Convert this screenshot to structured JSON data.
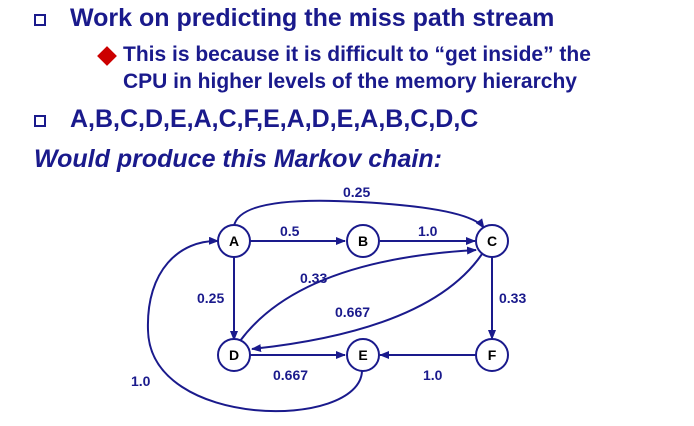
{
  "slide": {
    "bullet1": "Work on predicting the miss path stream",
    "sub_bullet_line1": "This is because it is difficult to “get inside” the",
    "sub_bullet_line2": "CPU in higher levels of the memory hierarchy",
    "bullet2": "A,B,C,D,E,A,C,F,E,A,D,E,A,B,C,D,C",
    "subtitle": "Would produce this Markov chain:"
  },
  "colors": {
    "text": "#1a1a8c",
    "diamond": "#cc0000",
    "label_text": "#000000"
  },
  "diagram": {
    "nodes": [
      {
        "id": "A",
        "label": "A"
      },
      {
        "id": "B",
        "label": "B"
      },
      {
        "id": "C",
        "label": "C"
      },
      {
        "id": "D",
        "label": "D"
      },
      {
        "id": "E",
        "label": "E"
      },
      {
        "id": "F",
        "label": "F"
      }
    ],
    "edges": [
      {
        "from": "A",
        "to": "C",
        "label": "0.25"
      },
      {
        "from": "A",
        "to": "B",
        "label": "0.5"
      },
      {
        "from": "B",
        "to": "C",
        "label": "1.0"
      },
      {
        "from": "A",
        "to": "D",
        "label": "0.25"
      },
      {
        "from": "D",
        "to": "C",
        "label": "0.33"
      },
      {
        "from": "C",
        "to": "D",
        "label": "0.667"
      },
      {
        "from": "C",
        "to": "F",
        "label": "0.33"
      },
      {
        "from": "D",
        "to": "E",
        "label": "0.667"
      },
      {
        "from": "F",
        "to": "E",
        "label": "1.0"
      },
      {
        "from": "E",
        "to": "A",
        "label": "1.0"
      }
    ]
  }
}
